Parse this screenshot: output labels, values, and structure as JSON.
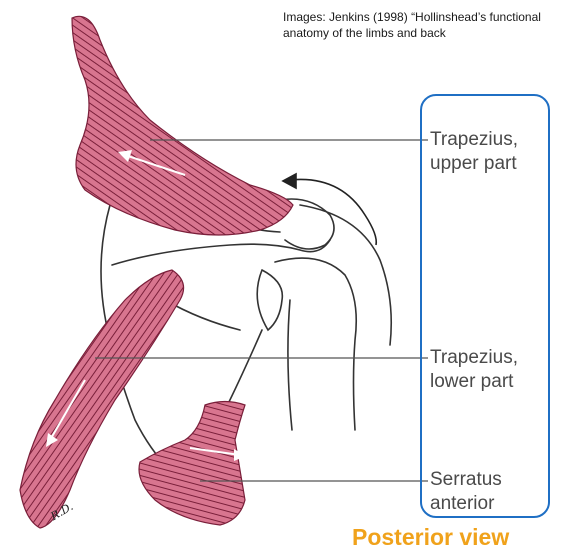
{
  "caption": {
    "line1": "Images: Jenkins (1998) “Hollinshead’s functional",
    "line2": "anatomy of the limbs and back"
  },
  "labels": {
    "trapezius_upper": [
      "Trapezius,",
      "upper part"
    ],
    "trapezius_lower": [
      "Trapezius,",
      "lower part"
    ],
    "serratus": [
      "Serratus",
      "anterior"
    ]
  },
  "view_title": "Posterior view",
  "artist_initials": "R.D.",
  "colors": {
    "muscle": "#d8758f",
    "muscle_dark": "#7a1f3a",
    "bone_line": "#333333",
    "box_border": "#1f6fc4",
    "title": "#f0a21b",
    "label_text": "#4a4a4a"
  }
}
